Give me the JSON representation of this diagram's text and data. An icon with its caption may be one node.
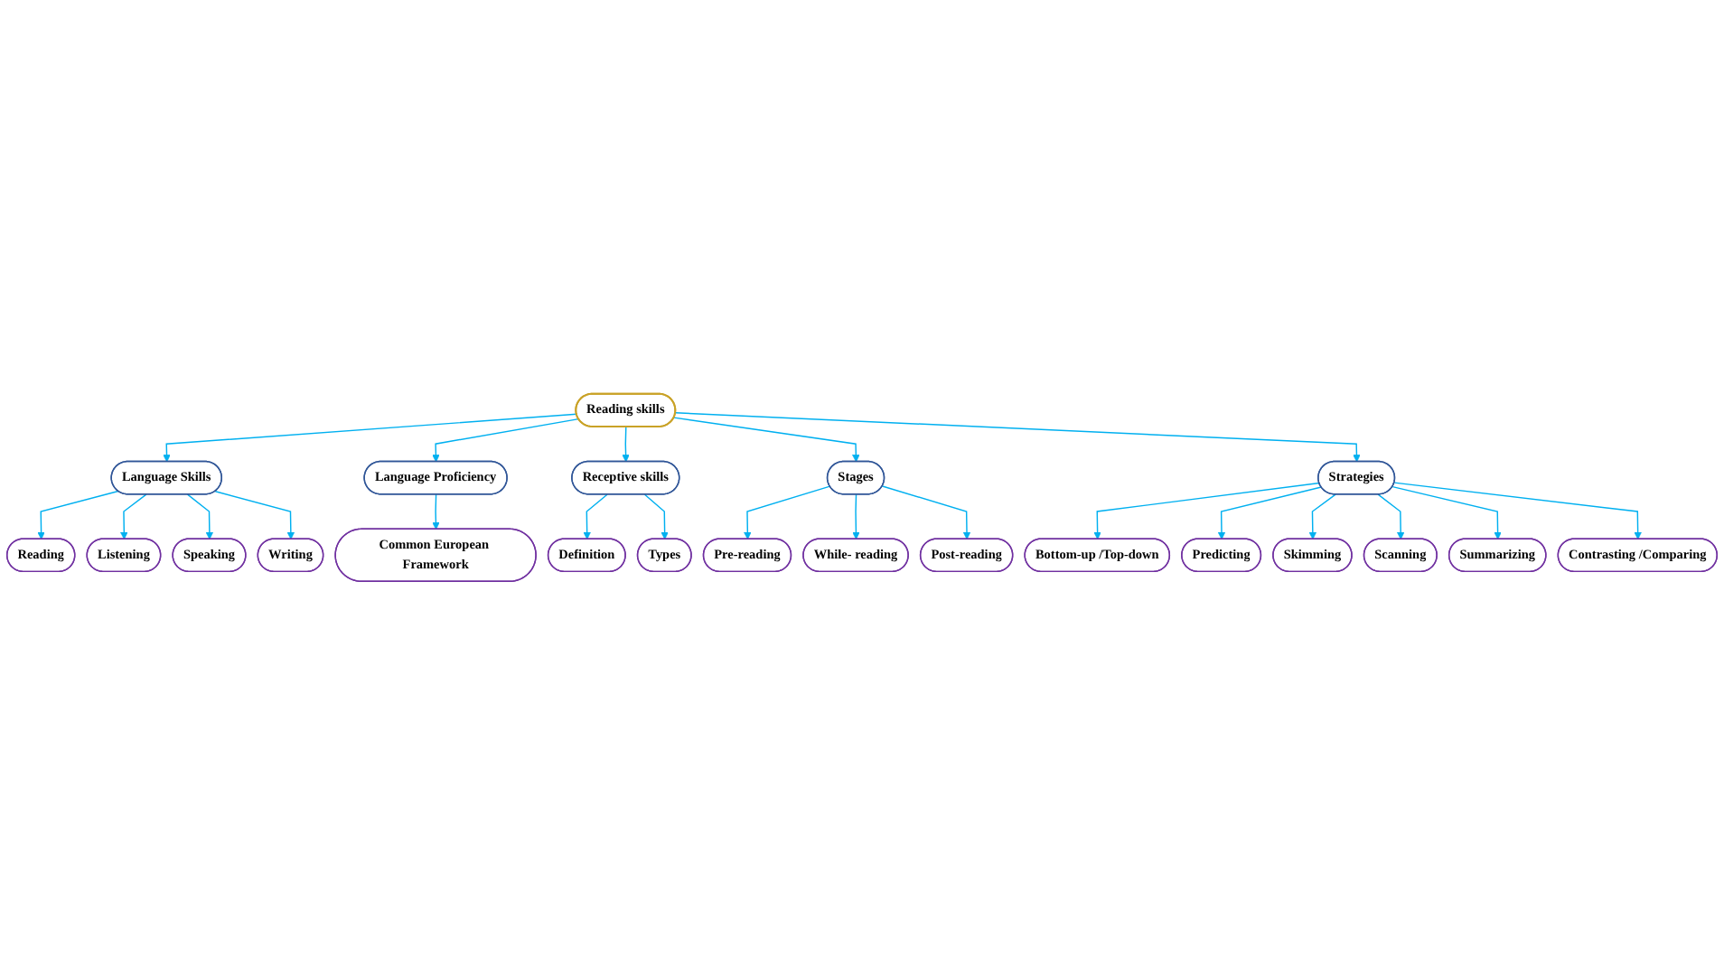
{
  "diagram": {
    "nodes": [
      {
        "text": [
          "Reading skills"
        ]
      },
      {
        "text": [
          "Language Skills"
        ]
      },
      {
        "text": [
          "Reading"
        ]
      },
      {
        "text": [
          "Listening"
        ]
      },
      {
        "text": [
          "Speaking"
        ]
      },
      {
        "text": [
          "Writing"
        ]
      },
      {
        "text": [
          "Language Proficiency"
        ]
      },
      {
        "text": [
          "Common European Framework"
        ]
      },
      {
        "text": [
          "Receptive skills"
        ]
      },
      {
        "text": [
          "Definition"
        ]
      },
      {
        "text": [
          "Types"
        ]
      },
      {
        "text": [
          "Stages"
        ]
      },
      {
        "text": [
          "Pre-reading"
        ]
      },
      {
        "text": [
          "While- reading"
        ]
      },
      {
        "text": [
          "Post-reading"
        ]
      },
      {
        "text": [
          "Strategies"
        ]
      },
      {
        "text": [
          "Bottom-up /Top-down"
        ]
      },
      {
        "text": [
          "Predicting"
        ]
      },
      {
        "text": [
          "Skimming"
        ]
      },
      {
        "text": [
          "Scanning"
        ]
      },
      {
        "text": [
          "Summarizing"
        ]
      },
      {
        "text": [
          "Contrasting /Comparing"
        ]
      }
    ],
    "edges": [
      {
        "from": 0,
        "to": 1,
        "arrow": "to"
      },
      {
        "from": 1,
        "to": 2,
        "arrow": "to"
      },
      {
        "from": 1,
        "to": 3,
        "arrow": "to"
      },
      {
        "from": 1,
        "to": 4,
        "arrow": "to"
      },
      {
        "from": 1,
        "to": 5,
        "arrow": "to"
      },
      {
        "from": 0,
        "to": 6,
        "arrow": "to"
      },
      {
        "from": 6,
        "to": 7,
        "arrow": "to"
      },
      {
        "from": 0,
        "to": 8,
        "arrow": "to"
      },
      {
        "from": 8,
        "to": 9,
        "arrow": "to"
      },
      {
        "from": 8,
        "to": 10,
        "arrow": "to"
      },
      {
        "from": 0,
        "to": 11,
        "arrow": "to"
      },
      {
        "from": 11,
        "to": 12,
        "arrow": "to"
      },
      {
        "from": 11,
        "to": 13,
        "arrow": "to"
      },
      {
        "from": 11,
        "to": 14,
        "arrow": "to"
      },
      {
        "from": 0,
        "to": 15,
        "arrow": "to"
      },
      {
        "from": 15,
        "to": 16,
        "arrow": "to"
      },
      {
        "from": 15,
        "to": 17,
        "arrow": "to"
      },
      {
        "from": 15,
        "to": 18,
        "arrow": "to"
      },
      {
        "from": 15,
        "to": 19,
        "arrow": "to"
      },
      {
        "from": 15,
        "to": 20,
        "arrow": "to"
      },
      {
        "from": 15,
        "to": 21,
        "arrow": "to"
      }
    ]
  }
}
